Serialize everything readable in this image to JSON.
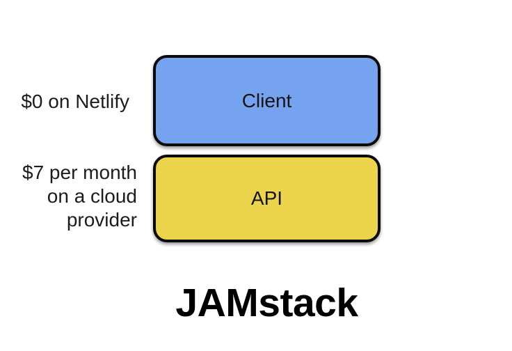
{
  "title": "JAMstack",
  "nodes": [
    {
      "id": "client",
      "label": "Client",
      "annotation": "$0 on Netlify",
      "fill": "#75A3F0"
    },
    {
      "id": "api",
      "label": "API",
      "annotation": "$7 per month\non a cloud\nprovider",
      "fill": "#ECD44B"
    }
  ],
  "colors": {
    "client_fill": "#75A3F0",
    "api_fill": "#ECD44B",
    "node_border": "#0B0B0B",
    "background": "#FFFFFF",
    "text": "#1C1C1C"
  }
}
